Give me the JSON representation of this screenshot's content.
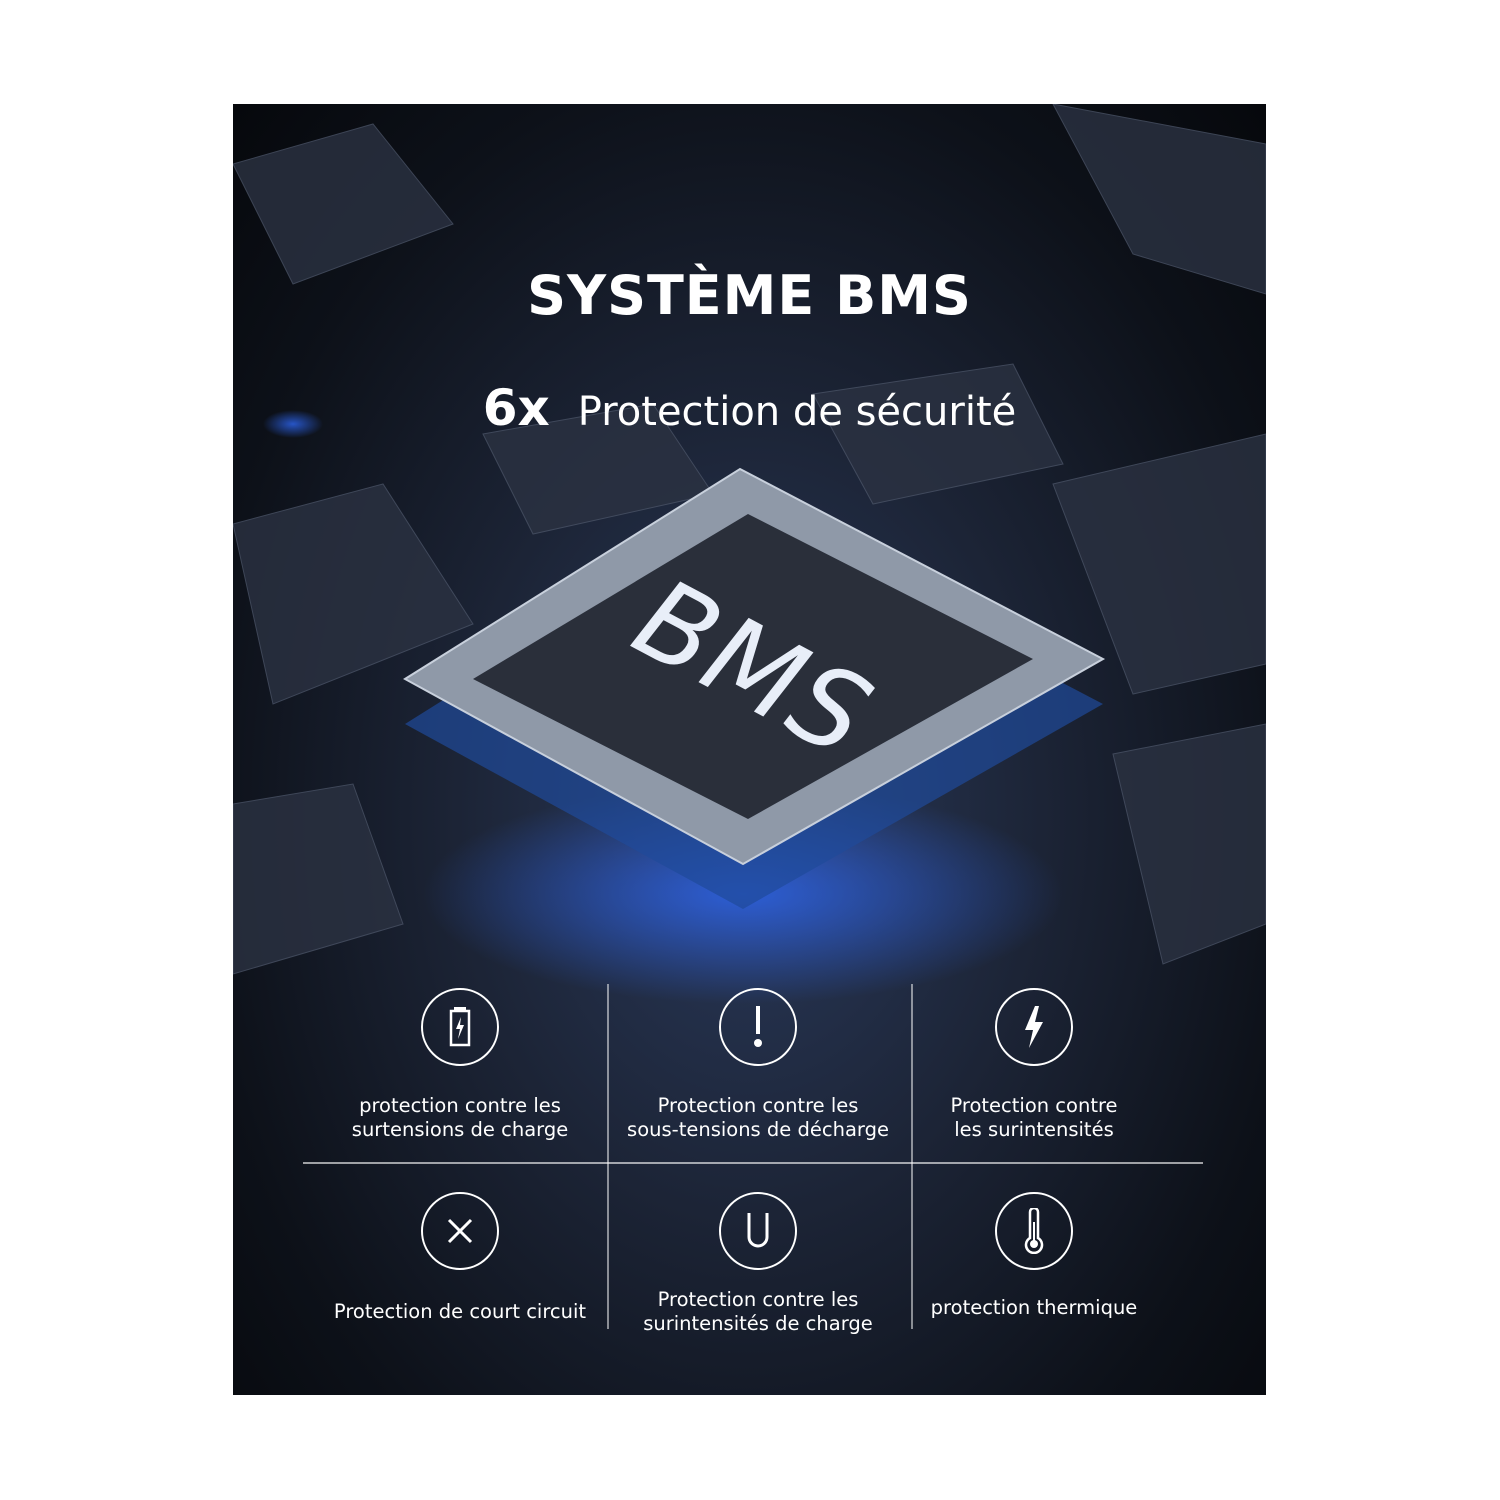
{
  "header": {
    "title": "SYSTÈME BMS",
    "multiplier": "6x",
    "subtitle": "Protection de sécurité"
  },
  "chip": {
    "label": "BMS"
  },
  "features": [
    {
      "icon": "battery-charging-icon",
      "line1": "protection contre les",
      "line2": "surtensions de charge"
    },
    {
      "icon": "exclamation-icon",
      "line1": "Protection contre les",
      "line2": "sous-tensions de décharge"
    },
    {
      "icon": "lightning-icon",
      "line1": "Protection contre",
      "line2": "les surintensités"
    },
    {
      "icon": "x-icon",
      "line1": "Protection de court circuit",
      "line2": ""
    },
    {
      "icon": "u-icon",
      "line1": "Protection contre les",
      "line2": "surintensités de charge"
    },
    {
      "icon": "thermometer-icon",
      "line1": "protection thermique",
      "line2": ""
    }
  ],
  "colors": {
    "accent": "#2f6bff",
    "background": "#0d1119"
  }
}
